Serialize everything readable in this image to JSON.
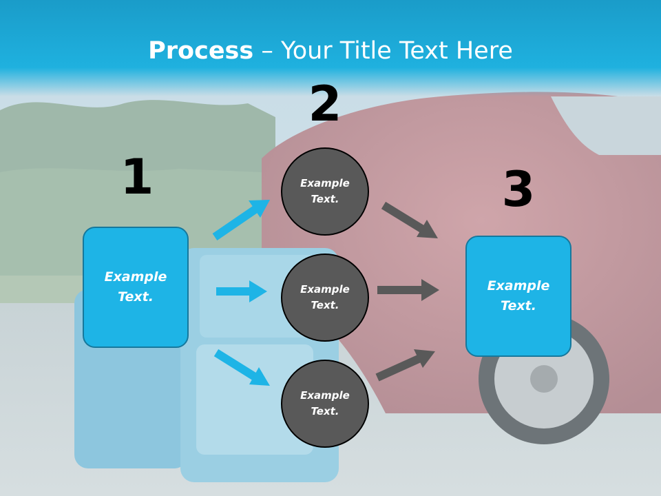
{
  "title": {
    "bold": "Process",
    "rest": " – Your Title Text Here"
  },
  "steps": {
    "one": {
      "number": "1",
      "text": "Example Text."
    },
    "two": {
      "number": "2"
    },
    "three": {
      "number": "3",
      "text": "Example Text."
    }
  },
  "circles": [
    {
      "text": "Example Text."
    },
    {
      "text": "Example Text."
    },
    {
      "text": "Example Text."
    }
  ],
  "colors": {
    "accent": "#1eb4e6",
    "title_bar": "#1fb1df",
    "circle_fill": "#595959",
    "arrow_blue": "#1eb4e6",
    "arrow_gray": "#595959"
  },
  "background": {
    "description_icon": "suitcases-and-car-photo"
  }
}
